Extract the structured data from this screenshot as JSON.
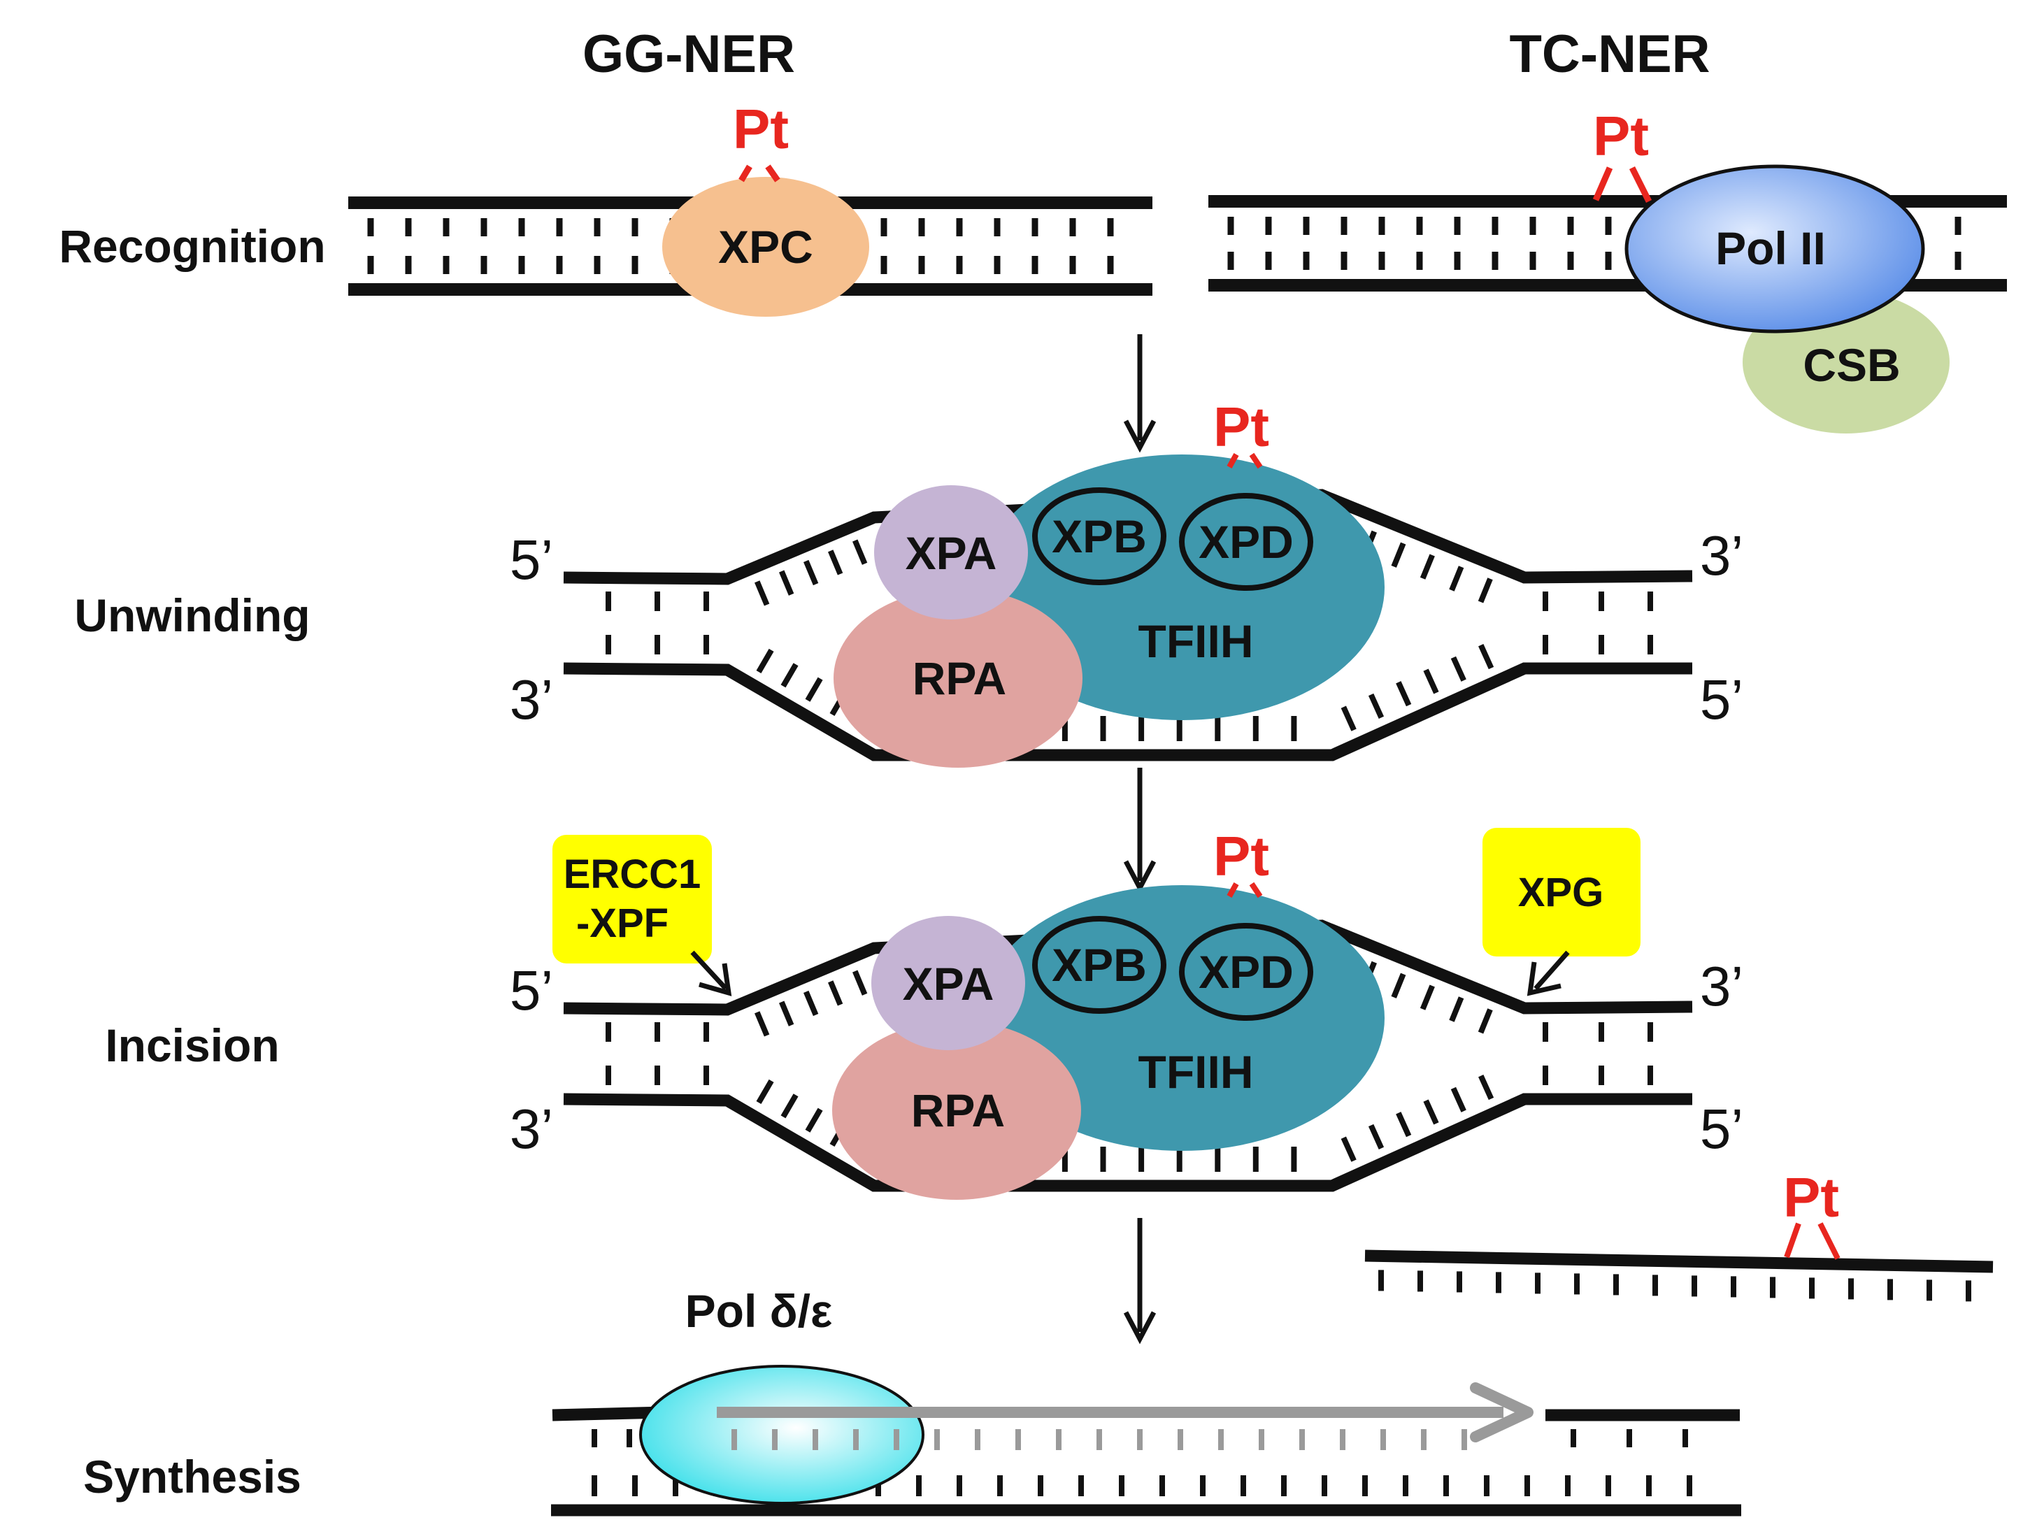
{
  "columns": {
    "gg_ner": "GG-NER",
    "tc_ner": "TC-NER"
  },
  "stages": {
    "recognition": "Recognition",
    "unwinding": "Unwinding",
    "incision": "Incision",
    "synthesis": "Synthesis"
  },
  "proteins": {
    "xpc": "XPC",
    "pol2": "Pol II",
    "csb": "CSB",
    "xpa": "XPA",
    "rpa": "RPA",
    "tfiih": "TFIIH",
    "xpb": "XPB",
    "xpd": "XPD",
    "ercc1_xpf_line1": "ERCC1",
    "ercc1_xpf_line2": "-XPF",
    "xpg": "XPG",
    "pol_delta_epsilon": "Pol δ/ε"
  },
  "lesion": "Pt",
  "strand_ends": {
    "five_prime": "5’",
    "three_prime": "3’"
  },
  "colors": {
    "xpc": "#f6c08f",
    "pol2": "#6f9cf0",
    "csb": "#cadba4",
    "xpa": "#c5b4d4",
    "rpa": "#e0a3a0",
    "tfiih": "#3f98ad",
    "enzyme_box": "#ffff00",
    "pol_delta_epsilon": "#6ae6ee",
    "lesion": "#e8261f",
    "new_strand": "#9a9a9a"
  }
}
